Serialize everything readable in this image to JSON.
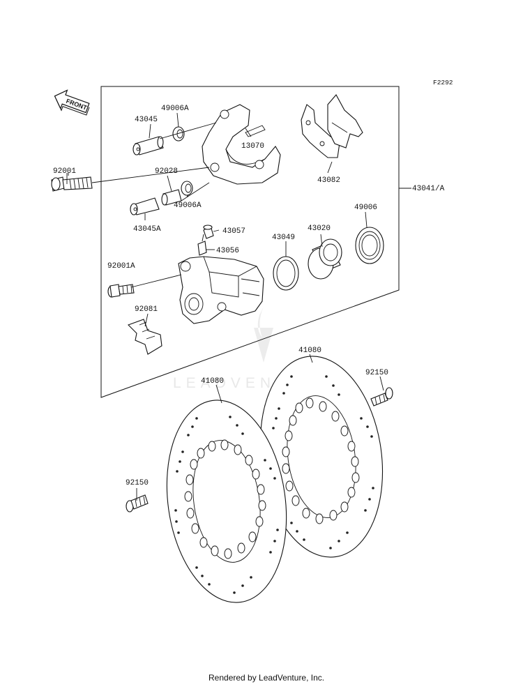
{
  "figure_code": "F2292",
  "front_label": "FRONT",
  "watermark": "LEADVENTURE",
  "footer": "Rendered by LeadVenture, Inc.",
  "callouts": {
    "p43045": "43045",
    "p49006A_top": "49006A",
    "p13070": "13070",
    "p43082": "43082",
    "p92001": "92001",
    "p92028": "92028",
    "p43041A": "43041/A",
    "p49006A_low": "49006A",
    "p43045A": "43045A",
    "p49006": "49006",
    "p43057": "43057",
    "p43049": "43049",
    "p43020": "43020",
    "p43056": "43056",
    "p92001A": "92001A",
    "p92081": "92081",
    "p41080_right": "41080",
    "p92150_right": "92150",
    "p41080_left": "41080",
    "p92150_left": "92150"
  }
}
